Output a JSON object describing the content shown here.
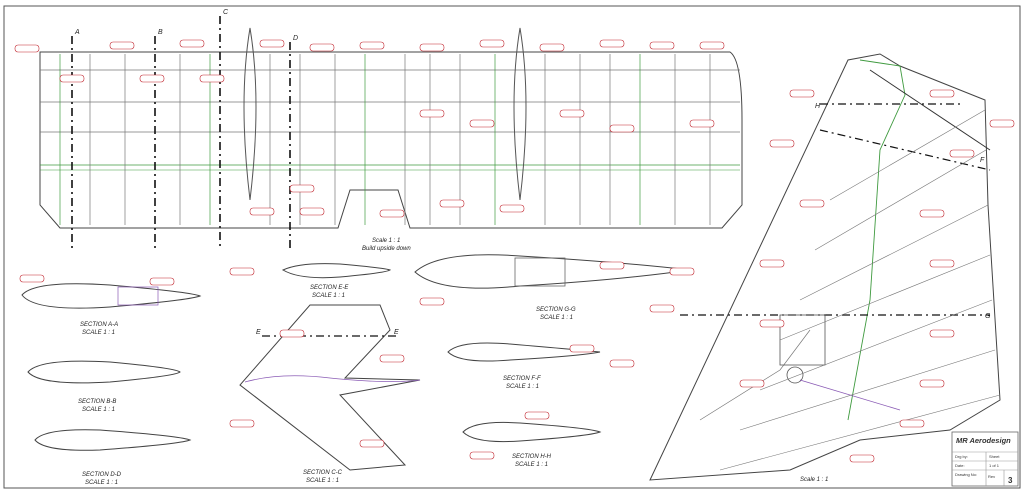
{
  "sheet": {
    "scale_top": "Scale 1 : 1",
    "build_note": "Build upside down",
    "scale_bottom": "Scale 1 : 1",
    "section_letters_top": [
      "A",
      "B",
      "C",
      "D"
    ],
    "section_letters_right": [
      "H",
      "F",
      "G"
    ],
    "section_letters_delta": [
      "E",
      "E"
    ]
  },
  "sections": [
    {
      "title": "SECTION A-A",
      "scale": "SCALE 1 : 1"
    },
    {
      "title": "SECTION B-B",
      "scale": "SCALE 1 : 1"
    },
    {
      "title": "SECTION D-D",
      "scale": "SCALE 1 : 1"
    },
    {
      "title": "SECTION E-E",
      "scale": "SCALE 1 : 1"
    },
    {
      "title": "SECTION G-G",
      "scale": "SCALE 1 : 1"
    },
    {
      "title": "SECTION F-F",
      "scale": "SCALE 1 : 1"
    },
    {
      "title": "SECTION H-H",
      "scale": "SCALE 1 : 1"
    },
    {
      "title": "SECTION C-C",
      "scale": "SCALE 1 : 1"
    }
  ],
  "title_block": {
    "company": "MR Aerodesign",
    "row1": "Drg by:",
    "row2": "Date:",
    "row3": "Drawing No:",
    "sheet_label": "Sheet",
    "sheet_value": "1 of 1",
    "rev_label": "Rev",
    "sheet_number": "3"
  },
  "colors": {
    "structure": "#3a3a3a",
    "green": "#3f9a3f",
    "red_callout": "#c2262f",
    "purple": "#8a5bb5"
  }
}
